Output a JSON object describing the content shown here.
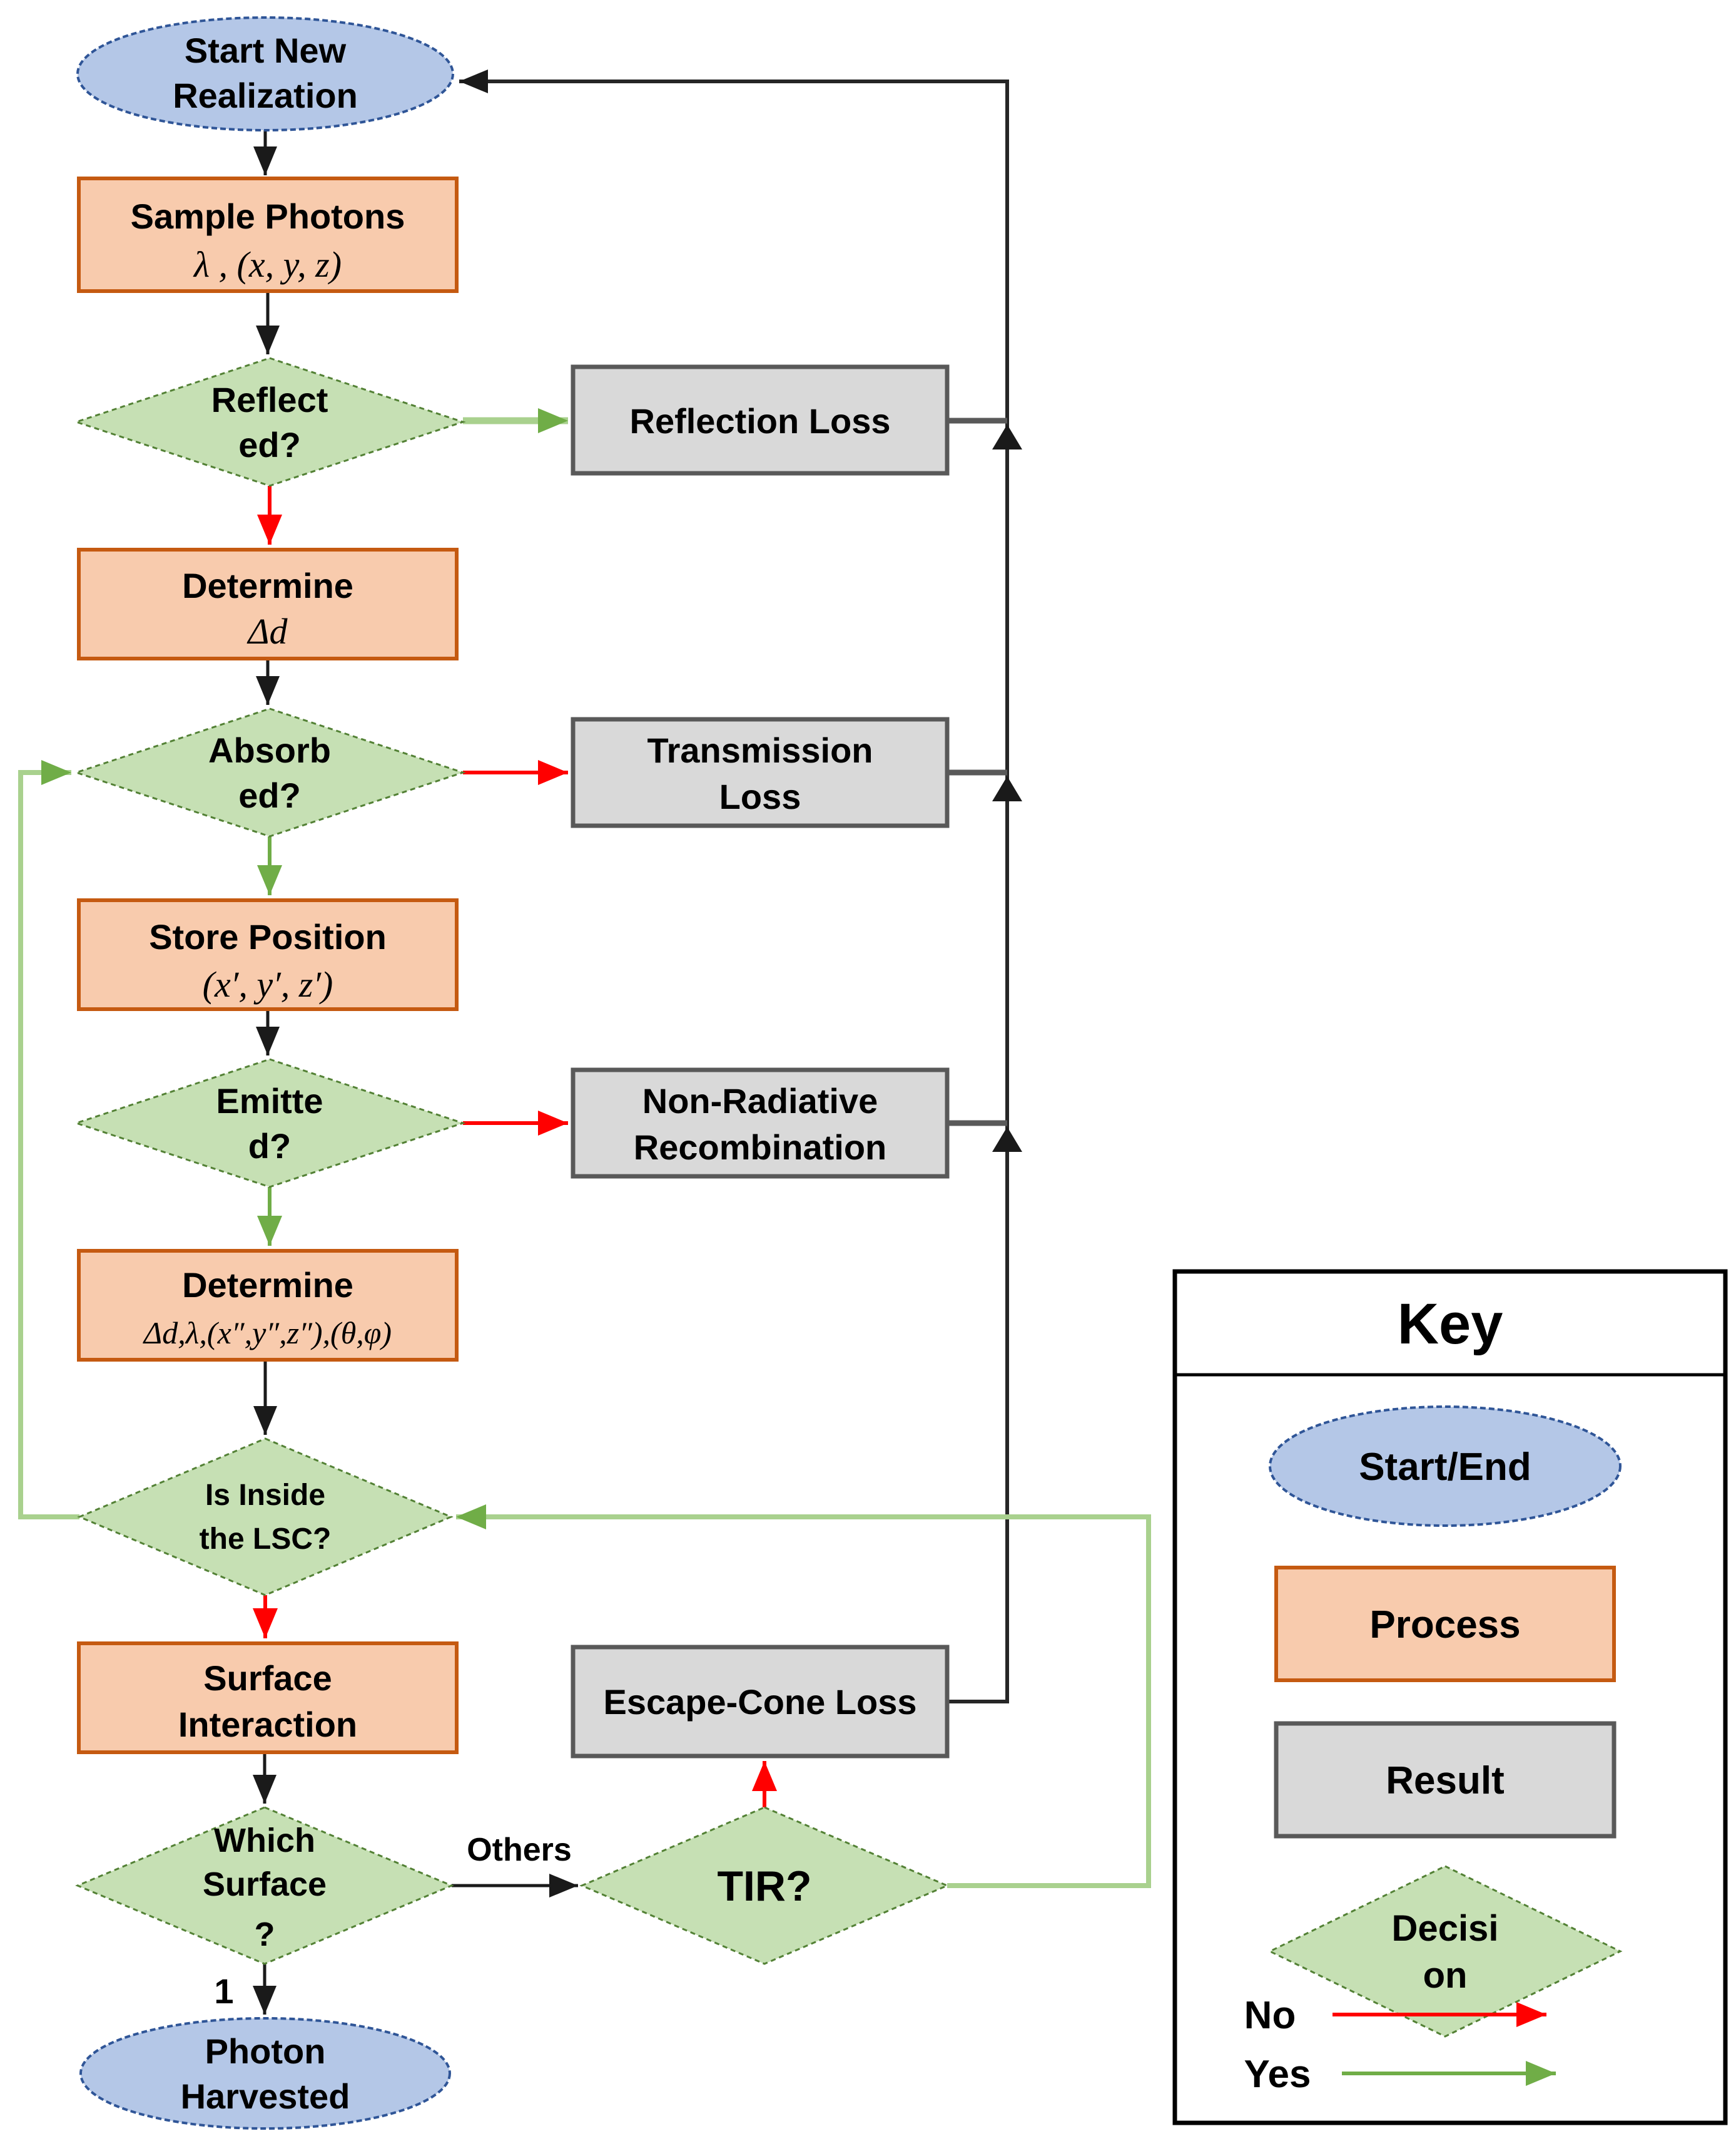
{
  "palette": {
    "start_end_fill": "#b4c7e7",
    "start_end_border": "#2f5597",
    "process_fill": "#f8cbad",
    "process_border": "#c55a11",
    "result_fill": "#d9d9d9",
    "result_border": "#595959",
    "decision_fill": "#c6e0b4",
    "decision_border": "#538135",
    "no_arrow_color": "#ff0000",
    "yes_arrow_color": "#70ad47",
    "flow_line_color": "#1a1a1a"
  },
  "fc": {
    "nodes": {
      "start": {
        "type": "start-end",
        "lines": [
          "Start New",
          "Realization"
        ]
      },
      "sample_photons": {
        "type": "process",
        "title": "Sample Photons",
        "math": "λ , (x, y, z)"
      },
      "reflected": {
        "type": "decision",
        "lines": [
          "Reflect",
          "ed?"
        ]
      },
      "reflection_loss": {
        "type": "result",
        "lines": [
          "Reflection Loss"
        ]
      },
      "determine_d": {
        "type": "process",
        "title": "Determine",
        "math": "Δd"
      },
      "absorbed": {
        "type": "decision",
        "lines": [
          "Absorb",
          "ed?"
        ]
      },
      "transmission_loss": {
        "type": "result",
        "lines": [
          "Transmission",
          "Loss"
        ]
      },
      "store_position": {
        "type": "process",
        "title": "Store Position",
        "math": "(x′, y′, z′)"
      },
      "emitted": {
        "type": "decision",
        "lines": [
          "Emitte",
          "d?"
        ]
      },
      "non_radiative": {
        "type": "result",
        "lines": [
          "Non-Radiative",
          "Recombination"
        ]
      },
      "determine_all": {
        "type": "process",
        "title": "Determine",
        "math": "Δd,λ,(x″,y″,z″),(θ,φ)"
      },
      "inside_lsc": {
        "type": "decision",
        "lines": [
          "Is Inside",
          "the LSC?"
        ]
      },
      "surface_interaction": {
        "type": "process",
        "lines": [
          "Surface",
          "Interaction"
        ]
      },
      "which_surface": {
        "type": "decision",
        "lines": [
          "Which",
          "Surface",
          "?"
        ]
      },
      "tir": {
        "type": "decision",
        "lines": [
          "TIR?"
        ]
      },
      "escape_cone_loss": {
        "type": "result",
        "lines": [
          "Escape-Cone Loss"
        ]
      },
      "photon_harvested": {
        "type": "start-end",
        "lines": [
          "Photon",
          "Harvested"
        ]
      }
    },
    "edge_labels": {
      "others": "Others",
      "one": "1"
    }
  },
  "key": {
    "title": "Key",
    "start_end_label": "Start/End",
    "process_label": "Process",
    "result_label": "Result",
    "decision_lines": [
      "Decisi",
      "on"
    ],
    "no_label": "No",
    "yes_label": "Yes"
  }
}
